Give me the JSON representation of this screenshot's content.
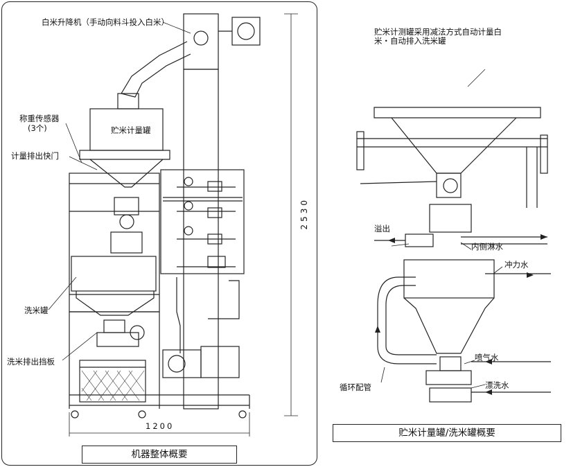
{
  "left": {
    "callouts": {
      "elevator": "白米升降机（手动向料斗投入白米）",
      "storage_tank": "贮米计量罐",
      "load_sensor": "称重传感器",
      "load_sensor_count": "(3个)",
      "discharge_gate": "计量排出快门",
      "wash_tank": "洗米罐",
      "wash_baffle": "洗米排出挡板"
    },
    "dimensions": {
      "height": "2530",
      "width": "1200"
    },
    "caption": "机器整体概要"
  },
  "right": {
    "note": "贮米计测罐采用减法方式自动计量白米・自动排入洗米罐",
    "callouts": {
      "overflow": "溢出",
      "inner_spray": "内侧淋水",
      "jet_water": "冲力水",
      "spray_water": "喷气水",
      "circulation": "循环配管",
      "rinse_water": "漂洗水"
    },
    "caption": "贮米计量罐/洗米罐概要"
  }
}
